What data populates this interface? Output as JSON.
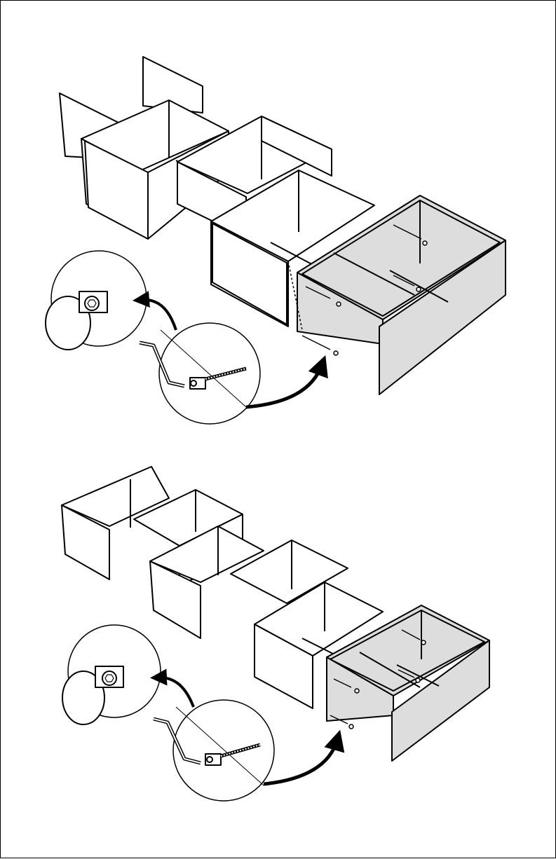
{
  "steps": [
    {
      "id": "step-1",
      "connected_units": 3,
      "attached_unit": "grey-unit"
    },
    {
      "id": "step-2",
      "connected_units": 4,
      "attached_unit": "grey-unit"
    }
  ],
  "hardware": {
    "tool": "allen-key",
    "fastener": "cam-bolt"
  },
  "colors": {
    "line": "#000000",
    "panel": "#ffffff",
    "highlight": "#dddddd"
  }
}
